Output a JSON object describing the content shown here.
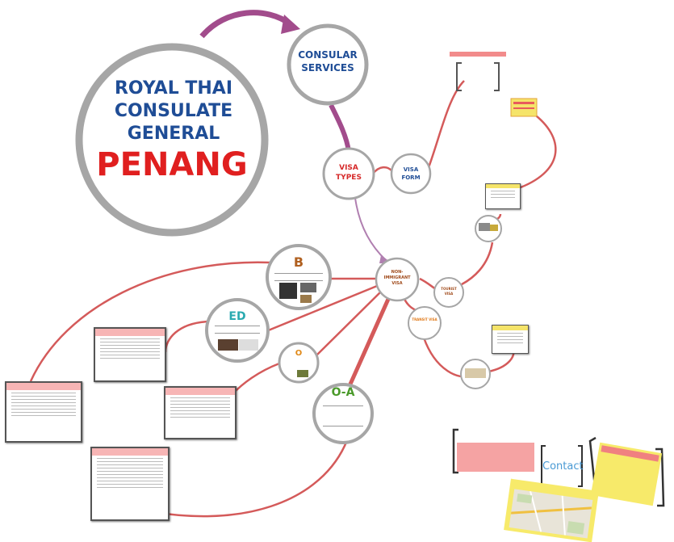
{
  "main": {
    "line1": "ROYAL THAI",
    "line2": "CONSULATE",
    "line3": "GENERAL",
    "line4": "PENANG"
  },
  "nodes": {
    "consular": "CONSULAR SERVICES",
    "visa_types": "VISA TYPES",
    "visa_form": "VISA FORM",
    "non_immigrant": "NON-IMMIGRANT VISA",
    "tourist": "TOURIST VISA",
    "transit": "TRANSIT VISA",
    "b": "B",
    "ed": "ED",
    "o": "O",
    "oa": "O-A"
  },
  "contact": {
    "label": "Contact"
  },
  "colors": {
    "accent_red": "#d62a2a",
    "title_blue": "#1f4d96",
    "path_pink": "#a24c8c",
    "connector": "#d45a5a"
  }
}
